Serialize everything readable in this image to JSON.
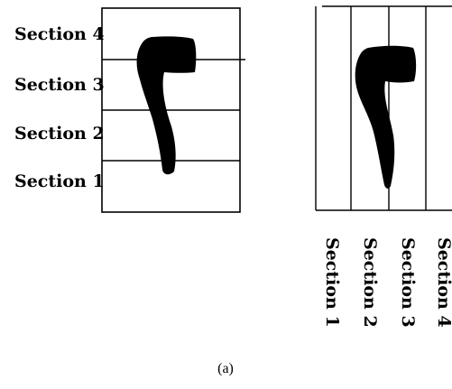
{
  "left_panel": {
    "row_labels": [
      "Section 4",
      "Section 3",
      "Section 2",
      "Section 1"
    ]
  },
  "right_panel": {
    "column_labels": [
      "Section 1",
      "Section 2",
      "Section 3",
      "Section 4"
    ]
  },
  "caption": "(a)"
}
